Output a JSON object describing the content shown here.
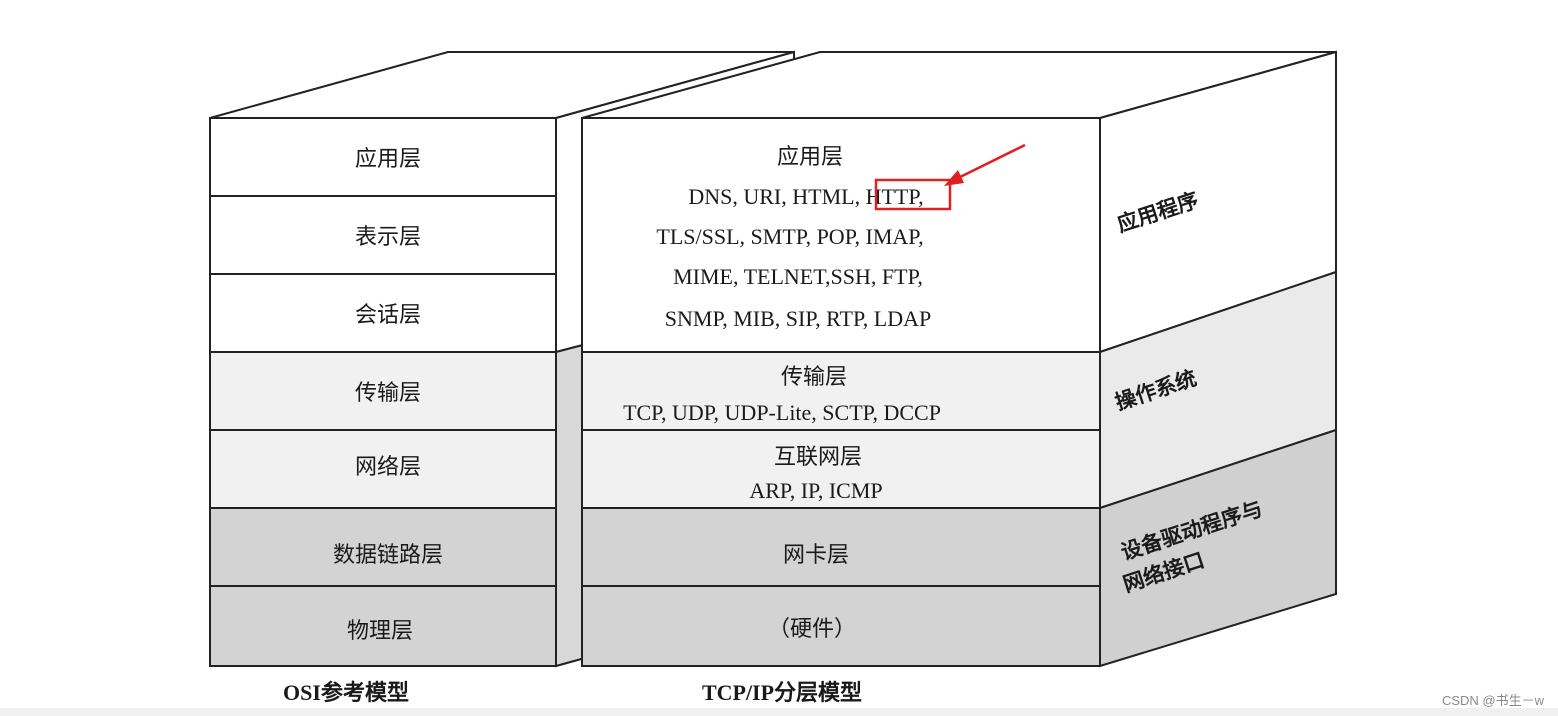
{
  "osi": {
    "caption": "OSI参考模型",
    "layers": [
      "应用层",
      "表示层",
      "会话层",
      "传输层",
      "网络层",
      "数据链路层",
      "物理层"
    ]
  },
  "tcpip": {
    "caption": "TCP/IP分层模型",
    "application": {
      "title": "应用层",
      "protocols_line1_prefix": "DNS, URI, HTML, ",
      "protocols_line1_highlight": "HTTP,",
      "protocols_line2": "TLS/SSL, SMTP, POP, IMAP,",
      "protocols_line3": "MIME, TELNET,SSH, FTP,",
      "protocols_line4": "SNMP, MIB, SIP, RTP, LDAP"
    },
    "transport": {
      "title": "传输层",
      "protocols": "TCP, UDP, UDP-Lite, SCTP, DCCP"
    },
    "internet": {
      "title": "互联网层",
      "protocols": "ARP, IP, ICMP"
    },
    "link": {
      "title": "网卡层"
    },
    "hardware": {
      "title": "（硬件）"
    }
  },
  "side": {
    "application": "应用程序",
    "os": "操作系统",
    "driver_line1": "设备驱动程序与",
    "driver_line2": "网络接口"
  },
  "highlight_color": "#e02020",
  "watermark": "CSDN @书生－w"
}
